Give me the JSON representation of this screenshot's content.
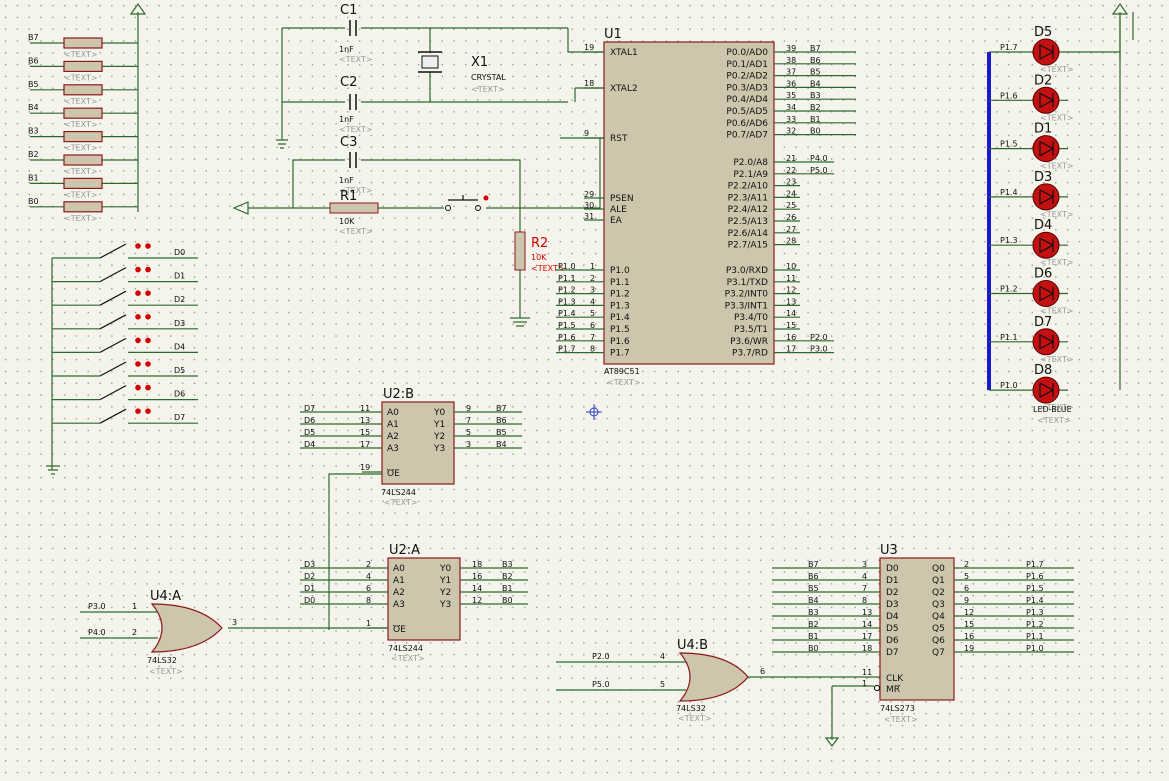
{
  "placeholder": "<TEXT>",
  "resistor_network": {
    "labels": [
      "B7",
      "B6",
      "B5",
      "B4",
      "B3",
      "B2",
      "B1",
      "B0"
    ]
  },
  "switches": {
    "labels": [
      "D0",
      "D1",
      "D2",
      "D3",
      "D4",
      "D5",
      "D6",
      "D7"
    ]
  },
  "c1": {
    "ref": "C1",
    "value": "1nF"
  },
  "c2": {
    "ref": "C2",
    "value": "1nF"
  },
  "c3": {
    "ref": "C3",
    "value": "1nF"
  },
  "x1": {
    "ref": "X1",
    "value": "CRYSTAL"
  },
  "r1": {
    "ref": "R1",
    "value": "10K"
  },
  "r2": {
    "ref": "R2",
    "value": "10K"
  },
  "u1": {
    "ref": "U1",
    "part": "AT89C51",
    "left_top": [
      {
        "pin": "19",
        "name": "XTAL1"
      },
      {
        "pin": "18",
        "name": "XTAL2"
      },
      {
        "pin": "9",
        "name": "RST"
      }
    ],
    "left_mid": [
      {
        "pin": "29",
        "name": "PSEN"
      },
      {
        "pin": "30",
        "name": "ALE"
      },
      {
        "pin": "31",
        "name": "EA"
      }
    ],
    "left_bot": [
      {
        "pin": "1",
        "name": "P1.0",
        "net": "P1.0"
      },
      {
        "pin": "2",
        "name": "P1.1",
        "net": "P1.1"
      },
      {
        "pin": "3",
        "name": "P1.2",
        "net": "P1.2"
      },
      {
        "pin": "4",
        "name": "P1.3",
        "net": "P1.3"
      },
      {
        "pin": "5",
        "name": "P1.4",
        "net": "P1.4"
      },
      {
        "pin": "6",
        "name": "P1.5",
        "net": "P1.5"
      },
      {
        "pin": "7",
        "name": "P1.6",
        "net": "P1.6"
      },
      {
        "pin": "8",
        "name": "P1.7",
        "net": "P1.7"
      }
    ],
    "right_p0": [
      {
        "pin": "39",
        "name": "P0.0/AD0",
        "net": "B7"
      },
      {
        "pin": "38",
        "name": "P0.1/AD1",
        "net": "B6"
      },
      {
        "pin": "37",
        "name": "P0.2/AD2",
        "net": "B5"
      },
      {
        "pin": "36",
        "name": "P0.3/AD3",
        "net": "B4"
      },
      {
        "pin": "35",
        "name": "P0.4/AD4",
        "net": "B3"
      },
      {
        "pin": "34",
        "name": "P0.5/AD5",
        "net": "B2"
      },
      {
        "pin": "33",
        "name": "P0.6/AD6",
        "net": "B1"
      },
      {
        "pin": "32",
        "name": "P0.7/AD7",
        "net": "B0"
      }
    ],
    "right_p2": [
      {
        "pin": "21",
        "name": "P2.0/A8",
        "net": "P4.0"
      },
      {
        "pin": "22",
        "name": "P2.1/A9",
        "net": "P5.0"
      },
      {
        "pin": "23",
        "name": "P2.2/A10",
        "net": ""
      },
      {
        "pin": "24",
        "name": "P2.3/A11",
        "net": ""
      },
      {
        "pin": "25",
        "name": "P2.4/A12",
        "net": ""
      },
      {
        "pin": "26",
        "name": "P2.5/A13",
        "net": ""
      },
      {
        "pin": "27",
        "name": "P2.6/A14",
        "net": ""
      },
      {
        "pin": "28",
        "name": "P2.7/A15",
        "net": ""
      }
    ],
    "right_p3": [
      {
        "pin": "10",
        "name": "P3.0/RXD",
        "net": ""
      },
      {
        "pin": "11",
        "name": "P3.1/TXD",
        "net": ""
      },
      {
        "pin": "12",
        "name": "P3.2/INT0",
        "net": ""
      },
      {
        "pin": "13",
        "name": "P3.3/INT1",
        "net": ""
      },
      {
        "pin": "14",
        "name": "P3.4/T0",
        "net": ""
      },
      {
        "pin": "15",
        "name": "P3.5/T1",
        "net": ""
      },
      {
        "pin": "16",
        "name": "P3.6/WR",
        "net": "P2.0"
      },
      {
        "pin": "17",
        "name": "P3.7/RD",
        "net": "P3.0"
      }
    ]
  },
  "u2b": {
    "ref": "U2:B",
    "part": "74LS244",
    "in": [
      {
        "pin": "11",
        "name": "A0",
        "net": "D7"
      },
      {
        "pin": "13",
        "name": "A1",
        "net": "D6"
      },
      {
        "pin": "15",
        "name": "A2",
        "net": "D5"
      },
      {
        "pin": "17",
        "name": "A3",
        "net": "D4"
      }
    ],
    "out": [
      {
        "pin": "9",
        "name": "Y0",
        "net": "B7"
      },
      {
        "pin": "7",
        "name": "Y1",
        "net": "B6"
      },
      {
        "pin": "5",
        "name": "Y2",
        "net": "B5"
      },
      {
        "pin": "3",
        "name": "Y3",
        "net": "B4"
      }
    ],
    "oe": {
      "pin": "19",
      "name": "OE"
    }
  },
  "u2a": {
    "ref": "U2:A",
    "part": "74LS244",
    "in": [
      {
        "pin": "2",
        "name": "A0",
        "net": "D3"
      },
      {
        "pin": "4",
        "name": "A1",
        "net": "D2"
      },
      {
        "pin": "6",
        "name": "A2",
        "net": "D1"
      },
      {
        "pin": "8",
        "name": "A3",
        "net": "D0"
      }
    ],
    "out": [
      {
        "pin": "18",
        "name": "Y0",
        "net": "B3"
      },
      {
        "pin": "16",
        "name": "Y1",
        "net": "B2"
      },
      {
        "pin": "14",
        "name": "Y2",
        "net": "B1"
      },
      {
        "pin": "12",
        "name": "Y3",
        "net": "B0"
      }
    ],
    "oe": {
      "pin": "1",
      "name": "OE"
    }
  },
  "u4a": {
    "ref": "U4:A",
    "part": "74LS32",
    "in": [
      {
        "pin": "1",
        "net": "P3.0"
      },
      {
        "pin": "2",
        "net": "P4.0"
      }
    ],
    "out": {
      "pin": "3"
    }
  },
  "u4b": {
    "ref": "U4:B",
    "part": "74LS32",
    "in": [
      {
        "pin": "4",
        "net": "P2.0"
      },
      {
        "pin": "5",
        "net": "P5.0"
      }
    ],
    "out": {
      "pin": "6"
    }
  },
  "u3": {
    "ref": "U3",
    "part": "74LS273",
    "in": [
      {
        "pin": "3",
        "name": "D0",
        "net": "B7"
      },
      {
        "pin": "4",
        "name": "D1",
        "net": "B6"
      },
      {
        "pin": "7",
        "name": "D2",
        "net": "B5"
      },
      {
        "pin": "8",
        "name": "D3",
        "net": "B4"
      },
      {
        "pin": "13",
        "name": "D4",
        "net": "B3"
      },
      {
        "pin": "14",
        "name": "D5",
        "net": "B2"
      },
      {
        "pin": "17",
        "name": "D6",
        "net": "B1"
      },
      {
        "pin": "18",
        "name": "D7",
        "net": "B0"
      }
    ],
    "out": [
      {
        "pin": "2",
        "name": "Q0",
        "net": "P1.7"
      },
      {
        "pin": "5",
        "name": "Q1",
        "net": "P1.6"
      },
      {
        "pin": "6",
        "name": "Q2",
        "net": "P1.5"
      },
      {
        "pin": "9",
        "name": "Q3",
        "net": "P1.4"
      },
      {
        "pin": "12",
        "name": "Q4",
        "net": "P1.3"
      },
      {
        "pin": "15",
        "name": "Q5",
        "net": "P1.2"
      },
      {
        "pin": "16",
        "name": "Q6",
        "net": "P1.1"
      },
      {
        "pin": "19",
        "name": "Q7",
        "net": "P1.0"
      }
    ],
    "clk": {
      "pin": "11",
      "name": "CLK"
    },
    "mr": {
      "pin": "1",
      "name": "MR"
    }
  },
  "leds": {
    "part": "LED-BLUE",
    "items": [
      {
        "ref": "D5",
        "net": "P1.7"
      },
      {
        "ref": "D2",
        "net": "P1.6"
      },
      {
        "ref": "D1",
        "net": "P1.5"
      },
      {
        "ref": "D3",
        "net": "P1.4"
      },
      {
        "ref": "D4",
        "net": "P1.3"
      },
      {
        "ref": "D6",
        "net": "P1.2"
      },
      {
        "ref": "D7",
        "net": "P1.1"
      },
      {
        "ref": "D8",
        "net": "P1.0"
      }
    ]
  },
  "colors": {
    "wire": "#2e6a2e",
    "body_fill": "#cdc6ad",
    "body_stroke": "#8b1a1a",
    "bus": "#1a1acc",
    "led": "#c41010",
    "switch_dot": "#d40000",
    "background": "#f4f4ec"
  }
}
